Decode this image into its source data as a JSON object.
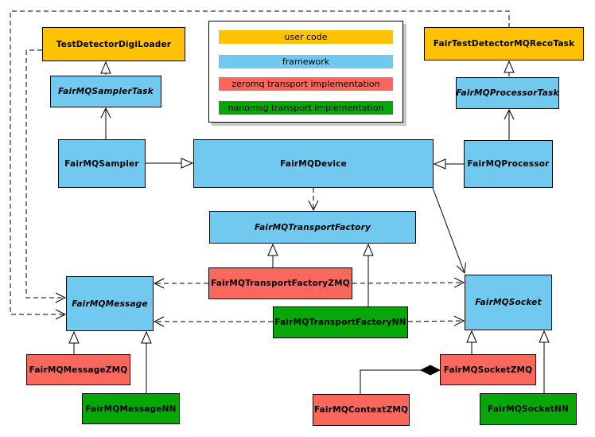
{
  "legend": {
    "items": [
      {
        "id": "user",
        "label": "user code",
        "color": "#FFC200"
      },
      {
        "id": "framework",
        "label": "framework",
        "color": "#72C9F0"
      },
      {
        "id": "zeromq",
        "label": "zeromq transport implementation",
        "color": "#F9675D"
      },
      {
        "id": "nanomsg",
        "label": "nanomsg transport implementation",
        "color": "#07A707"
      }
    ]
  },
  "nodes": [
    {
      "label": "TestDetectorDigiLoader",
      "category": "user",
      "abstract": false
    },
    {
      "label": "FairTestDetectorMQRecoTask",
      "category": "user",
      "abstract": false
    },
    {
      "label": "FairMQSamplerTask",
      "category": "framework",
      "abstract": true
    },
    {
      "label": "FairMQProcessorTask",
      "category": "framework",
      "abstract": true
    },
    {
      "label": "FairMQSampler",
      "category": "framework",
      "abstract": false
    },
    {
      "label": "FairMQDevice",
      "category": "framework",
      "abstract": false
    },
    {
      "label": "FairMQProcessor",
      "category": "framework",
      "abstract": false
    },
    {
      "label": "FairMQTransportFactory",
      "category": "framework",
      "abstract": true
    },
    {
      "label": "FairMQMessage",
      "category": "framework",
      "abstract": true
    },
    {
      "label": "FairMQSocket",
      "category": "framework",
      "abstract": true
    },
    {
      "label": "FairMQTransportFactoryZMQ",
      "category": "zeromq",
      "abstract": false
    },
    {
      "label": "FairMQTransportFactoryNN",
      "category": "nanomsg",
      "abstract": false
    },
    {
      "label": "FairMQMessageZMQ",
      "category": "zeromq",
      "abstract": false
    },
    {
      "label": "FairMQMessageNN",
      "category": "nanomsg",
      "abstract": false
    },
    {
      "label": "FairMQSocketZMQ",
      "category": "zeromq",
      "abstract": false
    },
    {
      "label": "FairMQSocketNN",
      "category": "nanomsg",
      "abstract": false
    },
    {
      "label": "FairMQContextZMQ",
      "category": "zeromq",
      "abstract": false
    }
  ],
  "connections": [
    {
      "from": "FairMQSamplerTask",
      "to": "TestDetectorDigiLoader",
      "type": "inheritance"
    },
    {
      "from": "FairMQProcessorTask",
      "to": "FairTestDetectorMQRecoTask",
      "type": "inheritance"
    },
    {
      "from": "FairMQSampler",
      "to": "FairMQDevice",
      "type": "inheritance"
    },
    {
      "from": "FairMQProcessor",
      "to": "FairMQDevice",
      "type": "inheritance"
    },
    {
      "from": "FairMQSampler",
      "to": "FairMQSamplerTask",
      "type": "association"
    },
    {
      "from": "FairMQProcessor",
      "to": "FairMQProcessorTask",
      "type": "association"
    },
    {
      "from": "FairMQDevice",
      "to": "FairMQTransportFactory",
      "type": "dependency"
    },
    {
      "from": "FairMQDevice",
      "to": "FairMQSocket",
      "type": "association"
    },
    {
      "from": "FairMQTransportFactoryZMQ",
      "to": "FairMQTransportFactory",
      "type": "inheritance"
    },
    {
      "from": "FairMQTransportFactoryNN",
      "to": "FairMQTransportFactory",
      "type": "inheritance"
    },
    {
      "from": "FairMQTransportFactoryZMQ",
      "to": "FairMQMessage",
      "type": "dependency"
    },
    {
      "from": "FairMQTransportFactoryZMQ",
      "to": "FairMQSocket",
      "type": "dependency"
    },
    {
      "from": "FairMQTransportFactoryNN",
      "to": "FairMQMessage",
      "type": "dependency"
    },
    {
      "from": "FairMQTransportFactoryNN",
      "to": "FairMQSocket",
      "type": "dependency"
    },
    {
      "from": "FairMQMessageZMQ",
      "to": "FairMQMessage",
      "type": "inheritance"
    },
    {
      "from": "FairMQMessageNN",
      "to": "FairMQMessage",
      "type": "inheritance"
    },
    {
      "from": "FairMQSocketZMQ",
      "to": "FairMQSocket",
      "type": "inheritance"
    },
    {
      "from": "FairMQSocketNN",
      "to": "FairMQSocket",
      "type": "inheritance"
    },
    {
      "from": "FairMQContextZMQ",
      "to": "FairMQSocketZMQ",
      "type": "composition"
    },
    {
      "from": "FairTestDetectorMQRecoTask",
      "to": "FairMQMessage",
      "type": "dependency"
    },
    {
      "from": "TestDetectorDigiLoader",
      "to": "FairMQMessage",
      "type": "dependency"
    }
  ]
}
